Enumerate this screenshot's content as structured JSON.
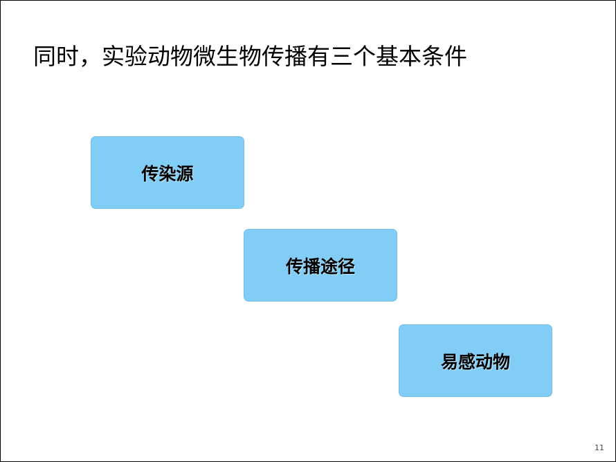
{
  "slide": {
    "title": "同时，实验动物微生物传播有三个基本条件",
    "steps": [
      {
        "label": "传染源"
      },
      {
        "label": "传播途径"
      },
      {
        "label": "易感动物"
      }
    ],
    "page_number": "11"
  },
  "colors": {
    "box_fill": "#82cdf5",
    "box_border": "#74bfe8",
    "text": "#000000"
  }
}
